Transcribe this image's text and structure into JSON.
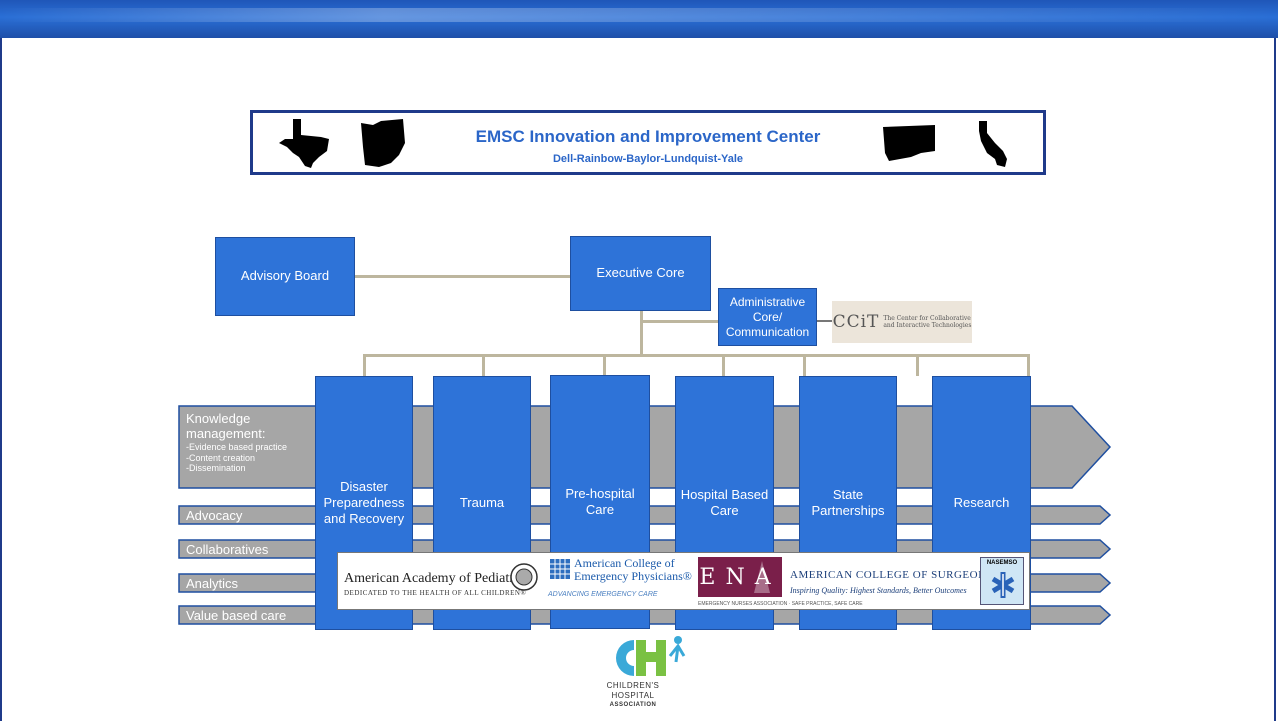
{
  "header": {
    "title": "EMSC Innovation and Improvement Center",
    "subtitle": "Dell-Rainbow-Baylor-Lundquist-Yale"
  },
  "state_icons": [
    "texas-icon",
    "ohio-icon",
    "connecticut-icon",
    "california-icon"
  ],
  "org": {
    "advisory_board": "Advisory Board",
    "executive_core": "Executive Core",
    "administrative_core": [
      "Administrative",
      "Core/",
      "Communication"
    ],
    "ccit": {
      "big": "CCiT",
      "small": [
        "The Center for Collaborative",
        "and Interactive Technologies"
      ]
    }
  },
  "pillars": [
    [
      "Disaster",
      "Preparedness",
      "and Recovery"
    ],
    [
      "Trauma"
    ],
    [
      "Pre-hospital",
      "Care"
    ],
    [
      "Hospital Based",
      "Care"
    ],
    [
      "State",
      "Partnerships"
    ],
    [
      "Research"
    ]
  ],
  "knowledge": {
    "title": [
      "Knowledge",
      "management:"
    ],
    "items": [
      "-Evidence based practice",
      "-Content creation",
      "-Dissemination"
    ]
  },
  "bands": [
    "Advocacy",
    "Collaboratives",
    "Analytics",
    "Value based care"
  ],
  "partners": {
    "aap": "American Academy of Pediatrics",
    "aap_sub": "DEDICATED TO THE HEALTH OF ALL CHILDREN®",
    "acep": [
      "American College of",
      "Emergency Physicians®"
    ],
    "acep_sub": "ADVANCING EMERGENCY CARE",
    "ena": "ENA",
    "ena_sub": "EMERGENCY NURSES ASSOCIATION · SAFE PRACTICE, SAFE CARE",
    "acs": "AMERICAN COLLEGE OF SURGEONS",
    "acs_sub": "Inspiring Quality: Highest Standards, Better Outcomes",
    "nasemso": "NASEMSO"
  },
  "cha": [
    "CHILDREN'S",
    "HOSPITAL",
    "ASSOCIATION"
  ],
  "colors": {
    "box": "#2e73d8",
    "band": "#a6a6a6",
    "accent": "#2b66c8",
    "connector": "#bdb69e"
  }
}
